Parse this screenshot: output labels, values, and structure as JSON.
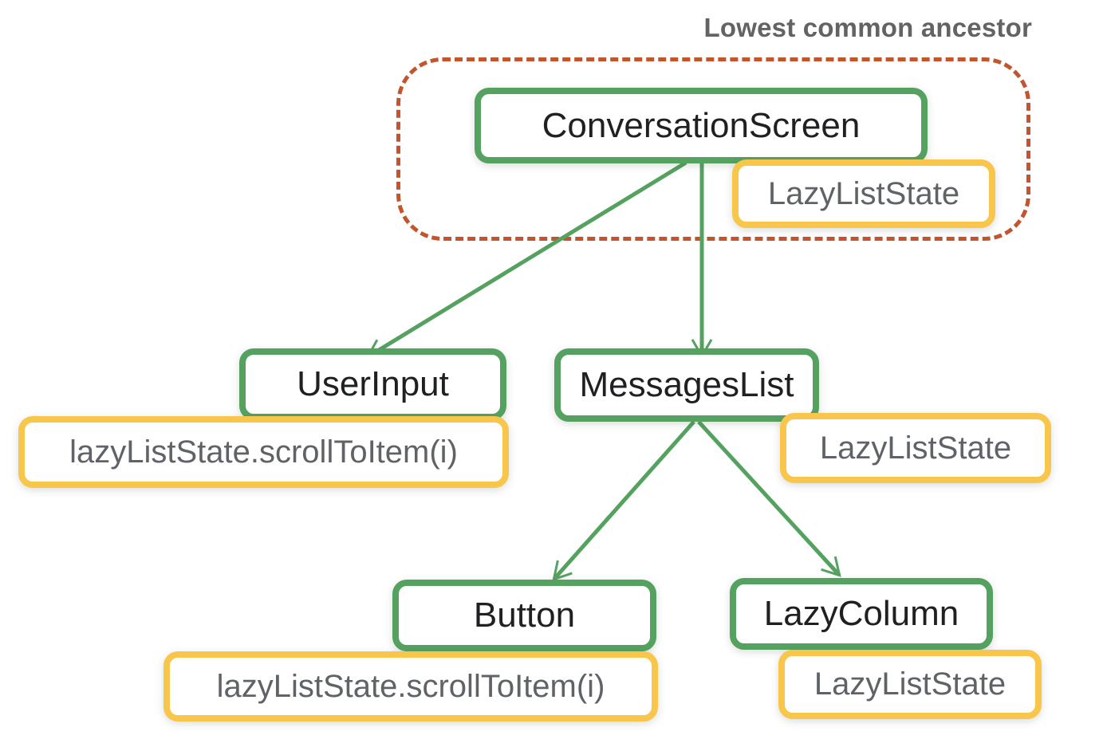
{
  "colors": {
    "green": "#55a15f",
    "yellow": "#f8c64b",
    "boundary": "#c2552e",
    "node-text": "#1f2023",
    "state-text": "#5f6368",
    "label-text": "#636363"
  },
  "diagram": {
    "annotation": "Lowest common ancestor",
    "boundary_contains": [
      "ConversationScreen",
      "LazyListState"
    ],
    "nodes": [
      {
        "id": "conversation-screen",
        "label": "ConversationScreen"
      },
      {
        "id": "user-input",
        "label": "UserInput"
      },
      {
        "id": "messages-list",
        "label": "MessagesList"
      },
      {
        "id": "button",
        "label": "Button"
      },
      {
        "id": "lazy-column",
        "label": "LazyColumn"
      }
    ],
    "states": [
      {
        "id": "state-conversation-screen",
        "label": "LazyListState",
        "attached_to": "ConversationScreen"
      },
      {
        "id": "state-user-input",
        "label": "lazyListState.scrollToItem(i)",
        "attached_to": "UserInput"
      },
      {
        "id": "state-messages-list",
        "label": "LazyListState",
        "attached_to": "MessagesList"
      },
      {
        "id": "state-button",
        "label": "lazyListState.scrollToItem(i)",
        "attached_to": "Button"
      },
      {
        "id": "state-lazy-column",
        "label": "LazyListState",
        "attached_to": "LazyColumn"
      }
    ],
    "edges": [
      {
        "from": "ConversationScreen",
        "to": "UserInput"
      },
      {
        "from": "ConversationScreen",
        "to": "MessagesList"
      },
      {
        "from": "MessagesList",
        "to": "Button"
      },
      {
        "from": "MessagesList",
        "to": "LazyColumn"
      }
    ]
  }
}
